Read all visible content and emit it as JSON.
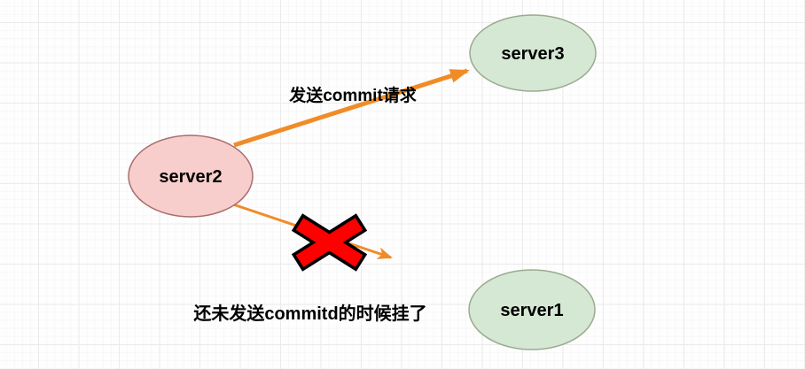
{
  "diagram": {
    "nodes": [
      {
        "id": "server2",
        "label": "server2",
        "shape": "ellipse",
        "fill": "#f8cecc",
        "border": "#a86f6f"
      },
      {
        "id": "server3",
        "label": "server3",
        "shape": "ellipse",
        "fill": "#d5e8d4",
        "border": "#9bab8f"
      },
      {
        "id": "server1",
        "label": "server1",
        "shape": "ellipse",
        "fill": "#d5e8d4",
        "border": "#9bab8f"
      }
    ],
    "edges": [
      {
        "id": "commit-request",
        "from": "server2",
        "to": "server3",
        "label": "发送commit请求",
        "color": "#f08c28",
        "thickness": "thick",
        "arrowhead": "filled",
        "status": "delivered"
      },
      {
        "id": "commit-not-sent",
        "from": "server2",
        "to": "server1",
        "label": "还未发送commitd的时候挂了",
        "color": "#f08c28",
        "thickness": "thin",
        "arrowhead": "filled",
        "status": "interrupted"
      }
    ],
    "annotations": [
      {
        "id": "failure-cross",
        "symbol": "X",
        "fill": "#fe0000",
        "outline": "#000000"
      }
    ],
    "canvas": {
      "background": "#fefefe",
      "grid_minor_color": "#f7f7f7",
      "grid_major_color": "#ebebeb"
    }
  }
}
